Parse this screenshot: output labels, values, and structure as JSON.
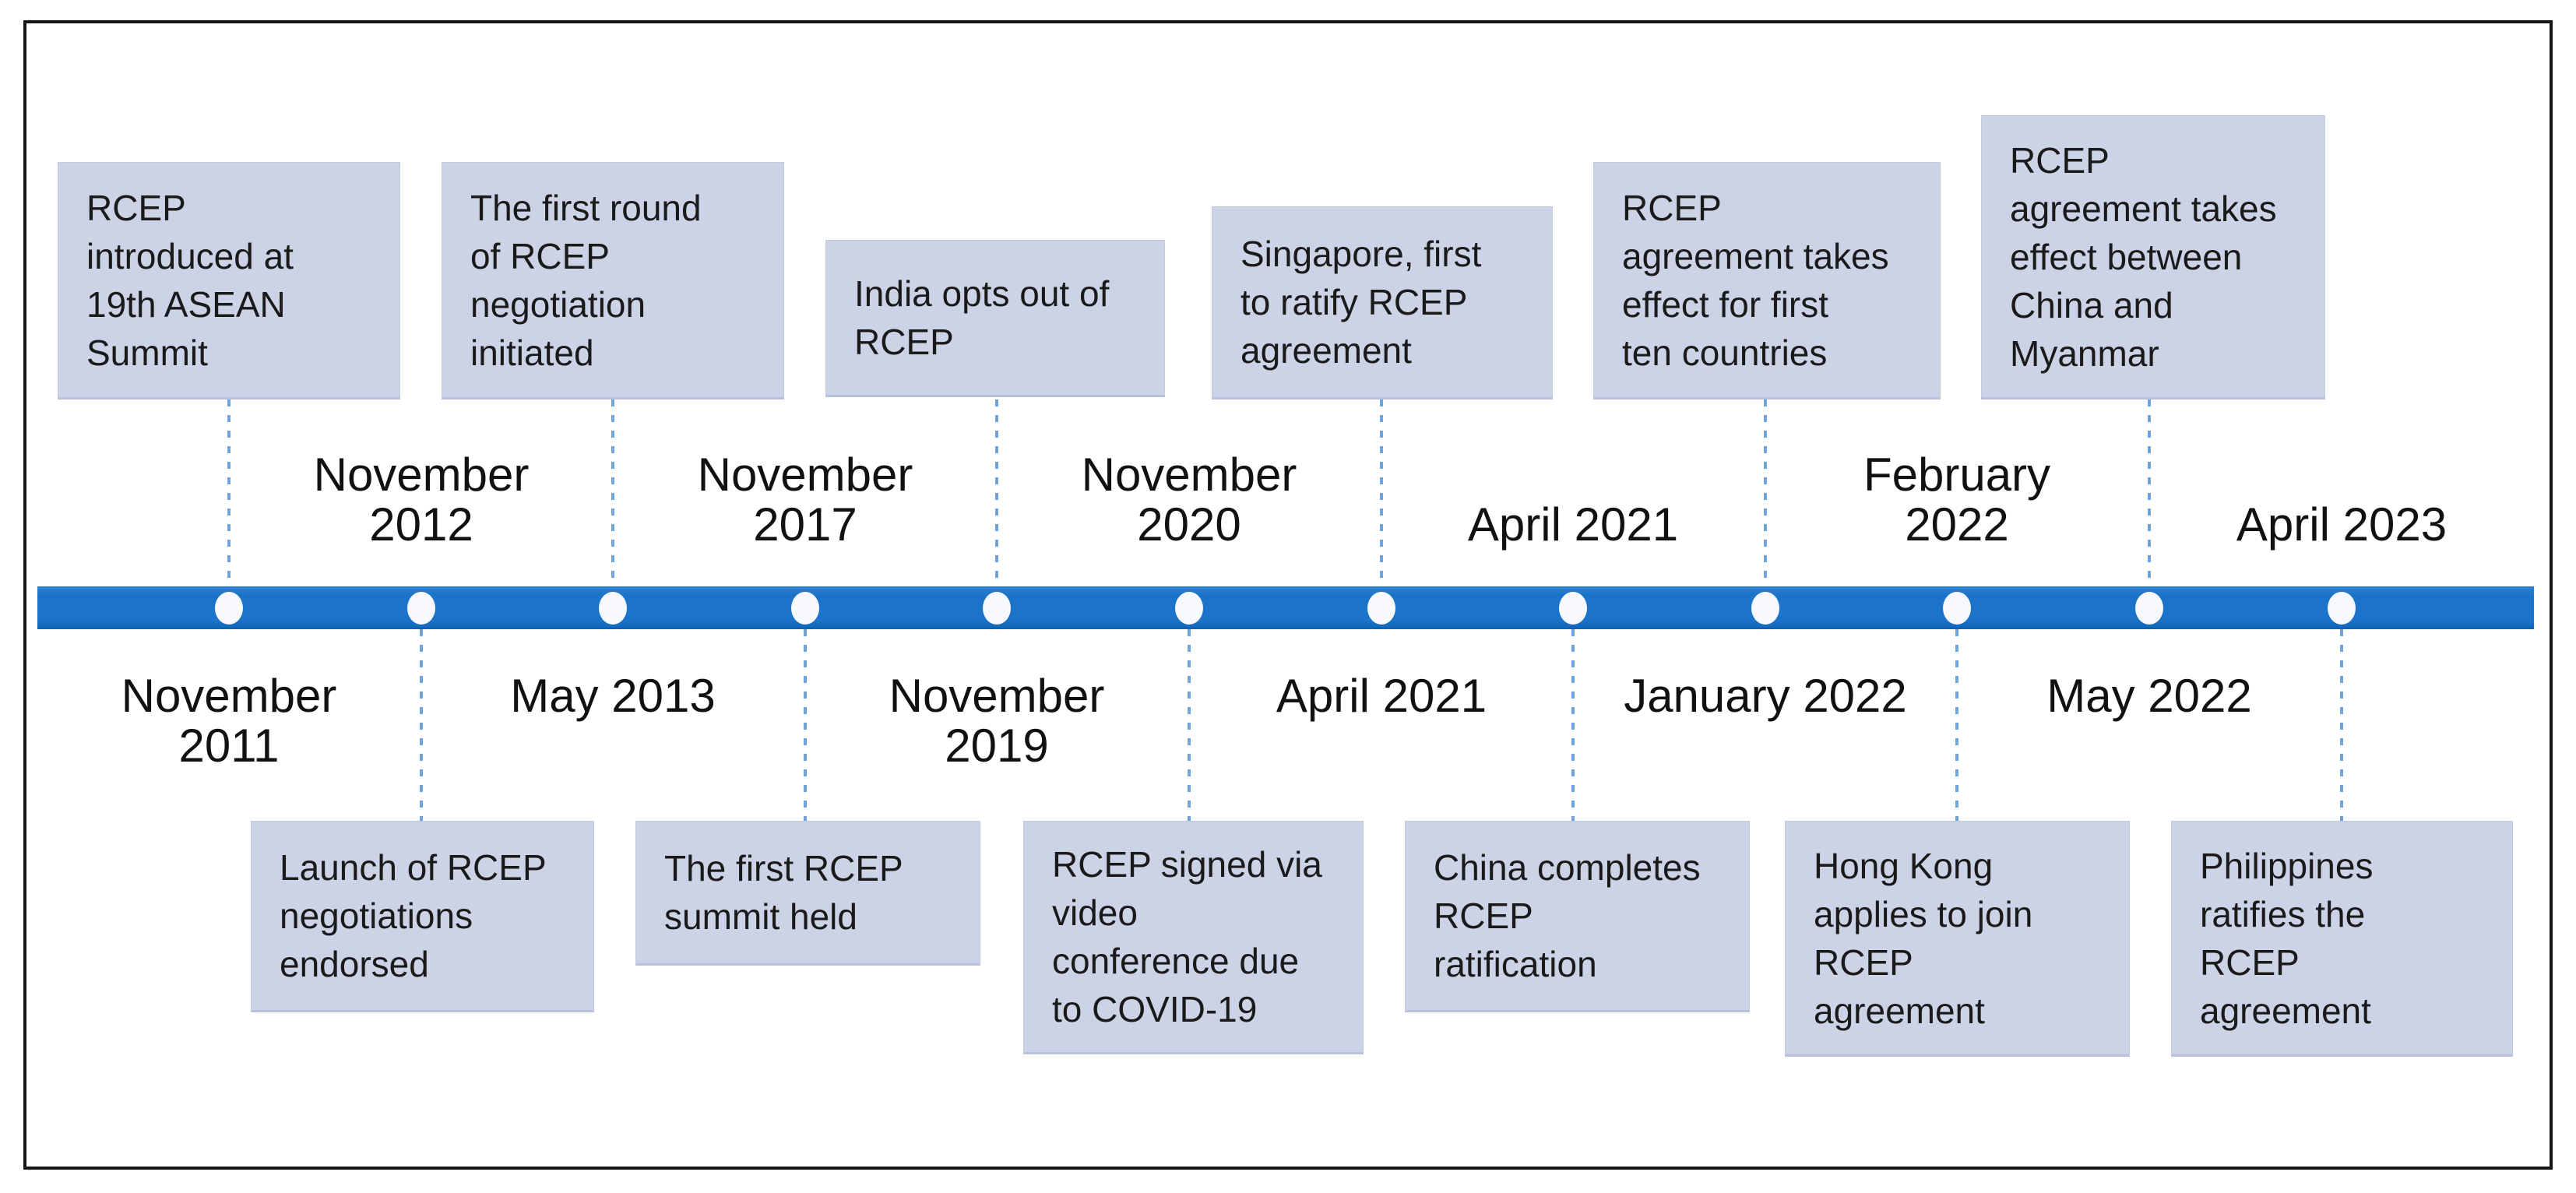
{
  "diagram": {
    "type": "horizontal-timeline",
    "subject": "RCEP (Regional Comprehensive Economic Partnership) milestones",
    "colors": {
      "bar": "#1b74c9",
      "dot": "#f7f9fd",
      "event_box_fill": "#cdd3e7",
      "event_box_edge": "#b9c1da",
      "connector": "#6fa3dc",
      "frame_border": "#161616",
      "text": "#1a1a1a",
      "background": "#ffffff"
    }
  },
  "events": [
    {
      "date": "November\n2011",
      "date_side": "below",
      "box_side": "above",
      "event": "RCEP\nintroduced at\n19th ASEAN\nSummit"
    },
    {
      "date": "November\n2012",
      "date_side": "above",
      "box_side": "below",
      "event": "Launch of RCEP\nnegotiations\nendorsed"
    },
    {
      "date": "May 2013",
      "date_side": "below",
      "box_side": "above",
      "event": "The first round\nof RCEP\nnegotiation\ninitiated"
    },
    {
      "date": "November\n2017",
      "date_side": "above",
      "box_side": "below",
      "event": "The first RCEP\nsummit held"
    },
    {
      "date": "November\n2019",
      "date_side": "below",
      "box_side": "above",
      "event": "India opts out of\nRCEP"
    },
    {
      "date": "November\n2020",
      "date_side": "above",
      "box_side": "below",
      "event": "RCEP signed via\nvideo\nconference due\nto COVID-19"
    },
    {
      "date": "April 2021",
      "date_side": "below",
      "box_side": "above",
      "event": "Singapore, first\nto ratify RCEP\nagreement"
    },
    {
      "date": "April 2021",
      "date_side": "above",
      "box_side": "below",
      "event": "China completes\nRCEP\nratification"
    },
    {
      "date": "January 2022",
      "date_side": "below",
      "box_side": "above",
      "event": "RCEP\nagreement takes\neffect for first\nten countries"
    },
    {
      "date": "February\n2022",
      "date_side": "above",
      "box_side": "below",
      "event": "Hong Kong\napplies to join\nRCEP\nagreement"
    },
    {
      "date": "May 2022",
      "date_side": "below",
      "box_side": "above",
      "event": "RCEP\nagreement takes\neffect between\nChina and\nMyanmar"
    },
    {
      "date": "April 2023",
      "date_side": "above",
      "box_side": "below",
      "event": "Philippines\nratifies the\nRCEP\nagreement"
    }
  ]
}
